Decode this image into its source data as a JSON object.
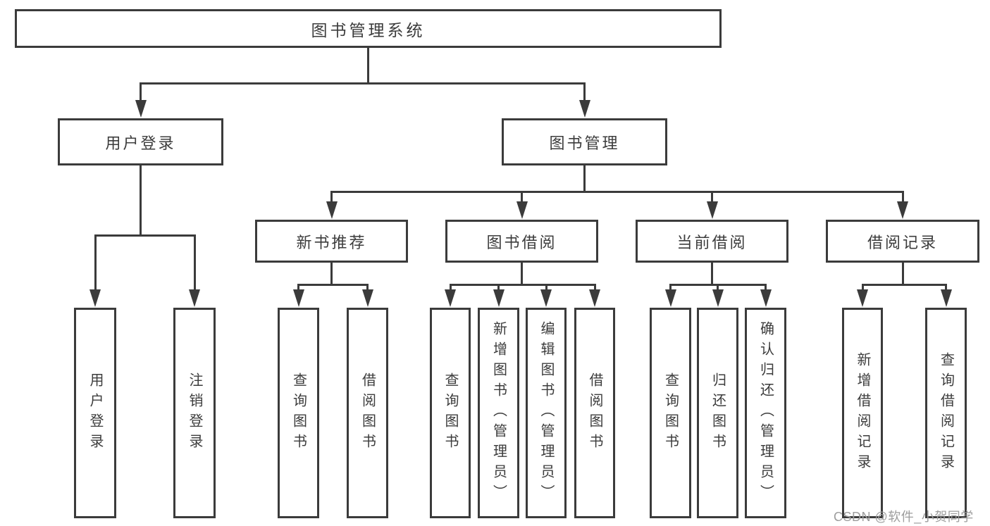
{
  "title": "图书管理系统",
  "watermark": "CSDN @软件_小贺同学",
  "colors": {
    "line": "#3b3b3b",
    "text": "#3c3c3c",
    "watermark": "#9d9d9d",
    "background": "#ffffff"
  },
  "nodes": {
    "root": {
      "label": "图书管理系统"
    },
    "user_login": {
      "label": "用户登录"
    },
    "book_mgmt": {
      "label": "图书管理"
    },
    "new_book": {
      "label": "新书推荐"
    },
    "borrow": {
      "label": "图书借阅"
    },
    "current": {
      "label": "当前借阅"
    },
    "records": {
      "label": "借阅记录"
    },
    "leaf_user_login": {
      "label": "用户登录"
    },
    "leaf_logout": {
      "label": "注销登录"
    },
    "leaf_nb_query": {
      "label": "查询图书"
    },
    "leaf_nb_borrow": {
      "label": "借阅图书"
    },
    "leaf_bb_query": {
      "label": "查询图书"
    },
    "leaf_bb_add": {
      "label": "新增图书（管理员）"
    },
    "leaf_bb_edit": {
      "label": "编辑图书（管理员）"
    },
    "leaf_bb_borrow": {
      "label": "借阅图书"
    },
    "leaf_cb_query": {
      "label": "查询图书"
    },
    "leaf_cb_return": {
      "label": "归还图书"
    },
    "leaf_cb_confirm": {
      "label": "确认归还（管理员）"
    },
    "leaf_br_add": {
      "label": "新增借阅记录"
    },
    "leaf_br_query": {
      "label": "查询借阅记录"
    }
  },
  "edges": [
    [
      "root",
      "user_login"
    ],
    [
      "root",
      "book_mgmt"
    ],
    [
      "user_login",
      "leaf_user_login"
    ],
    [
      "user_login",
      "leaf_logout"
    ],
    [
      "book_mgmt",
      "new_book"
    ],
    [
      "book_mgmt",
      "borrow"
    ],
    [
      "book_mgmt",
      "current"
    ],
    [
      "book_mgmt",
      "records"
    ],
    [
      "new_book",
      "leaf_nb_query"
    ],
    [
      "new_book",
      "leaf_nb_borrow"
    ],
    [
      "borrow",
      "leaf_bb_query"
    ],
    [
      "borrow",
      "leaf_bb_add"
    ],
    [
      "borrow",
      "leaf_bb_edit"
    ],
    [
      "borrow",
      "leaf_bb_borrow"
    ],
    [
      "current",
      "leaf_cb_query"
    ],
    [
      "current",
      "leaf_cb_return"
    ],
    [
      "current",
      "leaf_cb_confirm"
    ],
    [
      "records",
      "leaf_br_add"
    ],
    [
      "records",
      "leaf_br_query"
    ]
  ]
}
